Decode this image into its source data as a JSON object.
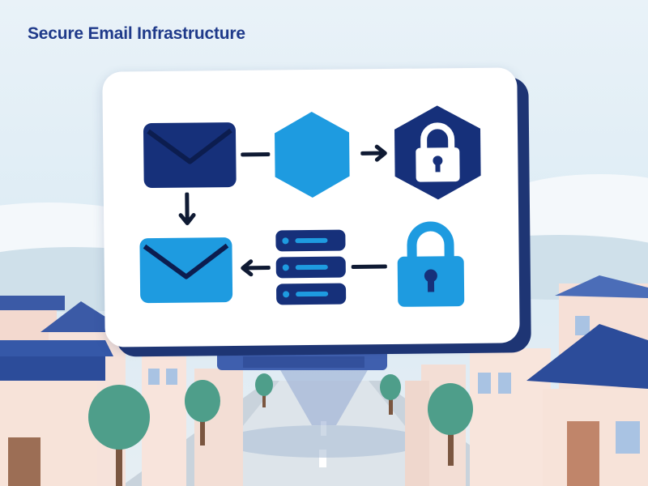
{
  "header": {
    "title": "Secure Email Infrastructure"
  },
  "colors": {
    "navy": "#16307a",
    "blue": "#1e9be0",
    "card": "#ffffff",
    "sky": "#dcebf4",
    "tree": "#4e9e8a",
    "roof": "#3b5aa6"
  },
  "diagram": {
    "nodes": [
      {
        "id": "email-sender",
        "icon": "envelope-icon",
        "color": "navy"
      },
      {
        "id": "processing-node",
        "icon": "hexagon-icon",
        "color": "blue"
      },
      {
        "id": "encryption-lock",
        "icon": "padlock-hexagon-icon",
        "color": "navy"
      },
      {
        "id": "email-recipient",
        "icon": "envelope-icon",
        "color": "blue"
      },
      {
        "id": "mail-server",
        "icon": "server-stack-icon",
        "color": "navy"
      },
      {
        "id": "decryption-lock",
        "icon": "padlock-icon",
        "color": "blue"
      }
    ],
    "edges": [
      {
        "from": "email-sender",
        "to": "processing-node",
        "style": "line"
      },
      {
        "from": "processing-node",
        "to": "encryption-lock",
        "style": "arrow"
      },
      {
        "from": "email-sender",
        "to": "email-recipient",
        "style": "arrow"
      },
      {
        "from": "decryption-lock",
        "to": "mail-server",
        "style": "line"
      },
      {
        "from": "mail-server",
        "to": "email-recipient",
        "style": "arrow"
      }
    ]
  }
}
